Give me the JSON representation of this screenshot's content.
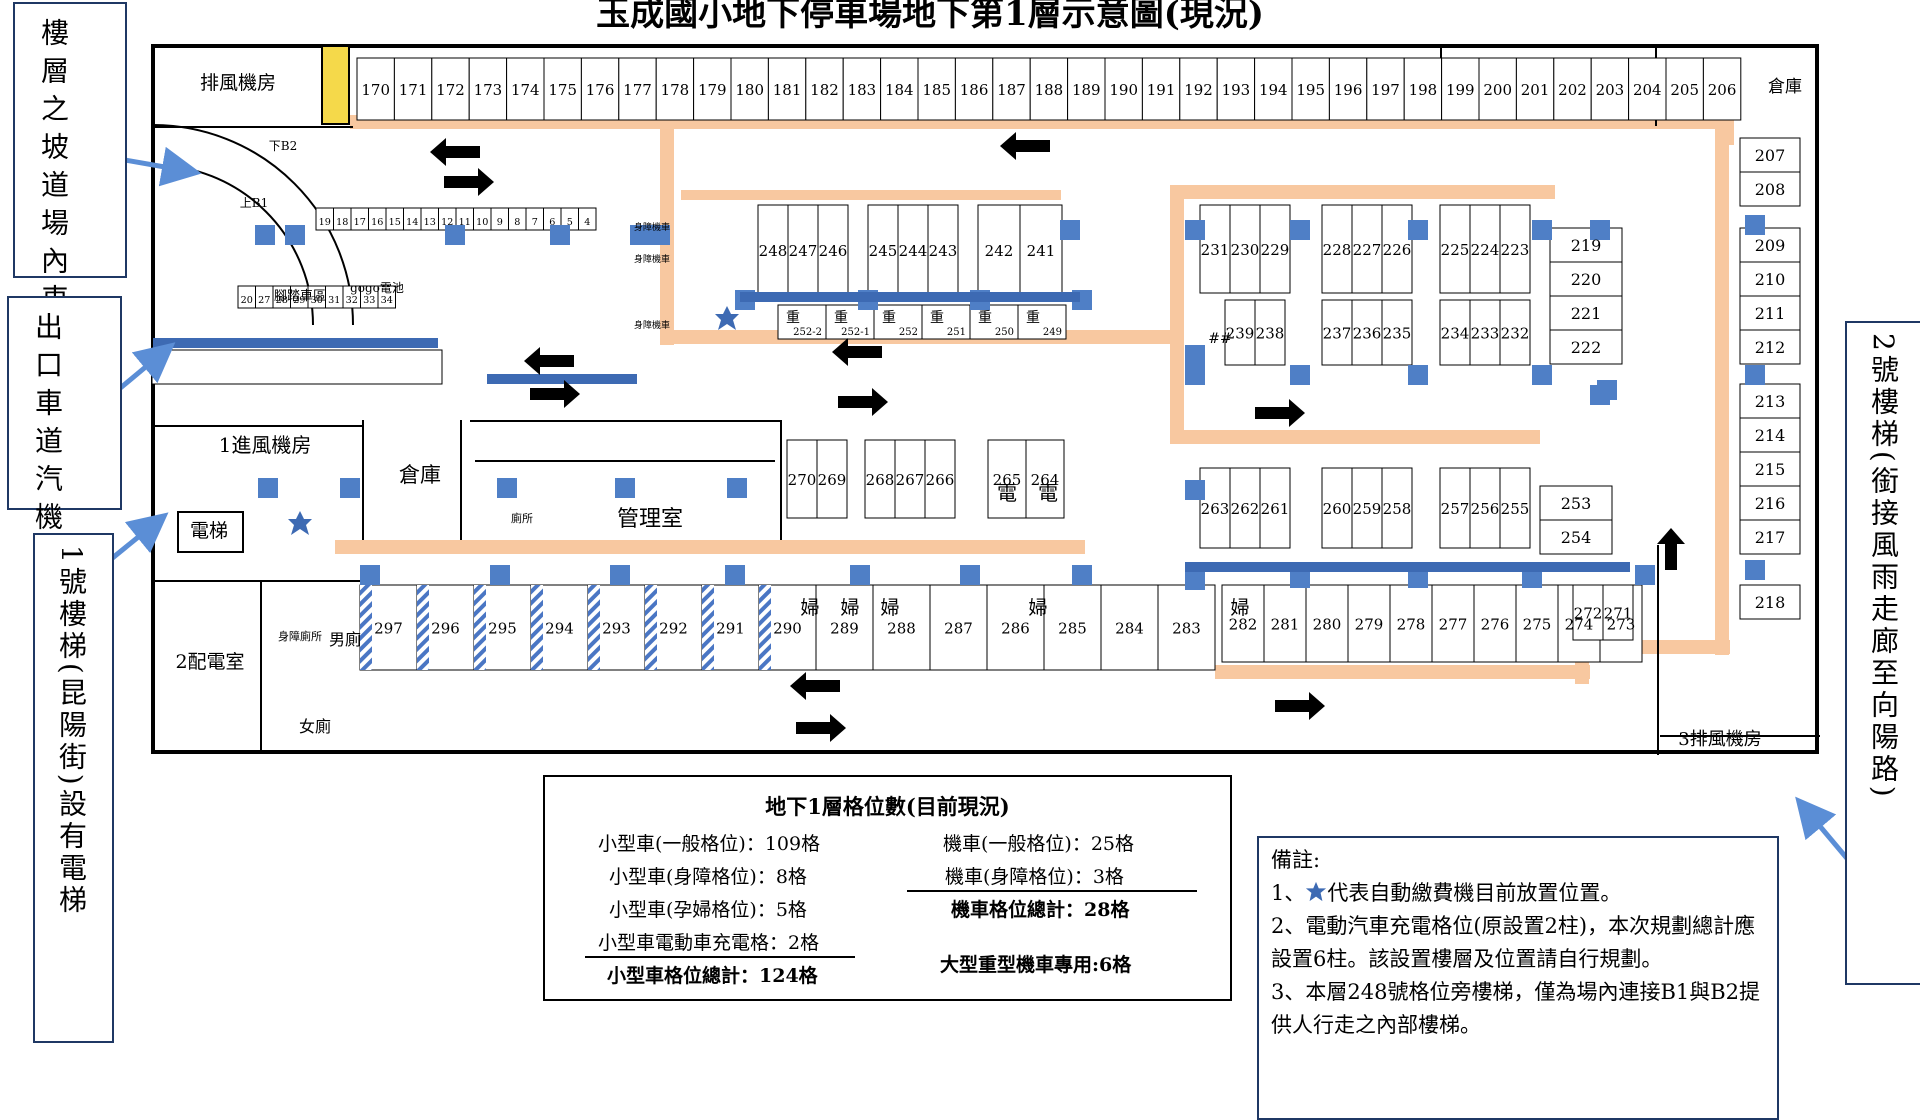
{
  "title": "玉成國小地下停車場地下第1層示意圖(現況)",
  "side_labels": {
    "ramp_b1_b2": "樓層之坡道場內車輛上下",
    "exit_entry": "出口車道汽機車進",
    "stair1": "1號樓梯(昆陽街)設有電梯",
    "stair2": "2號樓梯(銜接風雨走廊至向陽路)"
  },
  "rooms": {
    "exhaust_room": "排風機房",
    "store_top": "倉庫",
    "air_in_room": "1進風機房",
    "store_mid": "倉庫",
    "office": "管理室",
    "elevator": "電梯",
    "power_room": "2配電室",
    "toilet_men": "男廁",
    "toilet_women": "女廁",
    "toilet_acc": "身障廁所",
    "toilet_small": "廁所",
    "exhaust_room3": "3排風機房",
    "bike_area": "腳踏車區",
    "gogo": "gogo電池",
    "b2": "下B2",
    "b1": "上B1",
    "moto_acc": "身障機車",
    "heavy": "重",
    "ev": "電",
    "preg": "婦",
    "hash": "##"
  },
  "slots": {
    "top_row": [
      "170",
      "171",
      "172",
      "173",
      "174",
      "175",
      "176",
      "177",
      "178",
      "179",
      "180",
      "181",
      "182",
      "183",
      "184",
      "185",
      "186",
      "187",
      "188",
      "189",
      "190",
      "191",
      "192",
      "193",
      "194",
      "195",
      "196",
      "197",
      "198",
      "199",
      "200",
      "201",
      "202",
      "203",
      "204",
      "205",
      "206"
    ],
    "right_col": [
      "207",
      "208",
      "209",
      "210",
      "211",
      "212",
      "213",
      "214",
      "215",
      "216",
      "217",
      "218"
    ],
    "row_248": [
      "248",
      "247",
      "246",
      "245",
      "244",
      "243",
      "242",
      "241"
    ],
    "heavy_moto": [
      "252-2",
      "252-1",
      "252",
      "251",
      "250",
      "249"
    ],
    "row_231": [
      "231",
      "230",
      "229",
      "228",
      "227",
      "226",
      "225",
      "224",
      "223"
    ],
    "col_219": [
      "219",
      "220",
      "221",
      "222"
    ],
    "row_239": [
      "239",
      "238",
      "237",
      "236",
      "235",
      "234",
      "233",
      "232"
    ],
    "row_270": [
      "270",
      "269",
      "268",
      "267",
      "266",
      "265",
      "264"
    ],
    "row_263": [
      "263",
      "262",
      "261",
      "260",
      "259",
      "258",
      "257",
      "256",
      "255"
    ],
    "col_253": [
      "253",
      "254"
    ],
    "row_297": [
      "297",
      "296",
      "295",
      "294",
      "293",
      "292",
      "291",
      "290",
      "289",
      "288",
      "287",
      "286",
      "285",
      "284",
      "283"
    ],
    "row_282": [
      "282",
      "281",
      "280",
      "279",
      "278",
      "277",
      "276",
      "275",
      "274",
      "273"
    ],
    "pair_272": [
      "272",
      "271"
    ],
    "moto_a": [
      "19",
      "18",
      "17",
      "16",
      "15",
      "14",
      "13",
      "12",
      "11",
      "10",
      "9",
      "8",
      "7",
      "6",
      "5",
      "4"
    ],
    "moto_b": [
      "20",
      "27",
      "28",
      "29",
      "30",
      "31",
      "32",
      "33",
      "34"
    ]
  },
  "stats": {
    "heading": "地下1層格位數(目前現況)",
    "left": [
      "小型車(一般格位)：109格",
      "小型車(身障格位)：8格",
      "小型車(孕婦格位)：5格",
      "小型車電動車充電格：2格"
    ],
    "left_total": "小型車格位總計：124格",
    "right": [
      "機車(一般格位)：25格",
      "機車(身障格位)：3格"
    ],
    "right_total": "機車格位總計：28格",
    "heavy_moto": "大型重型機車專用:6格"
  },
  "notes": {
    "heading": "備註:",
    "n1_prefix": "1、",
    "n1_text": "代表自動繳費機目前放置位置。",
    "n2": "2、電動汽車充電格位(原設置2柱)，本次規劃總計應設置6柱。該設置樓層及位置請自行規劃。",
    "n3": "3、本層248號格位旁樓梯，僅為場內連接B1與B2提供人行走之內部樓梯。"
  },
  "colors": {
    "lane": "#f8c8a0",
    "pillar": "#4f7fc6",
    "beam": "#3d6ab3",
    "box_border": "#1f3864",
    "arrow_blue": "#5b8ed6",
    "stairs_yellow": "#f5d94a",
    "hatch": "#4a76c4"
  }
}
